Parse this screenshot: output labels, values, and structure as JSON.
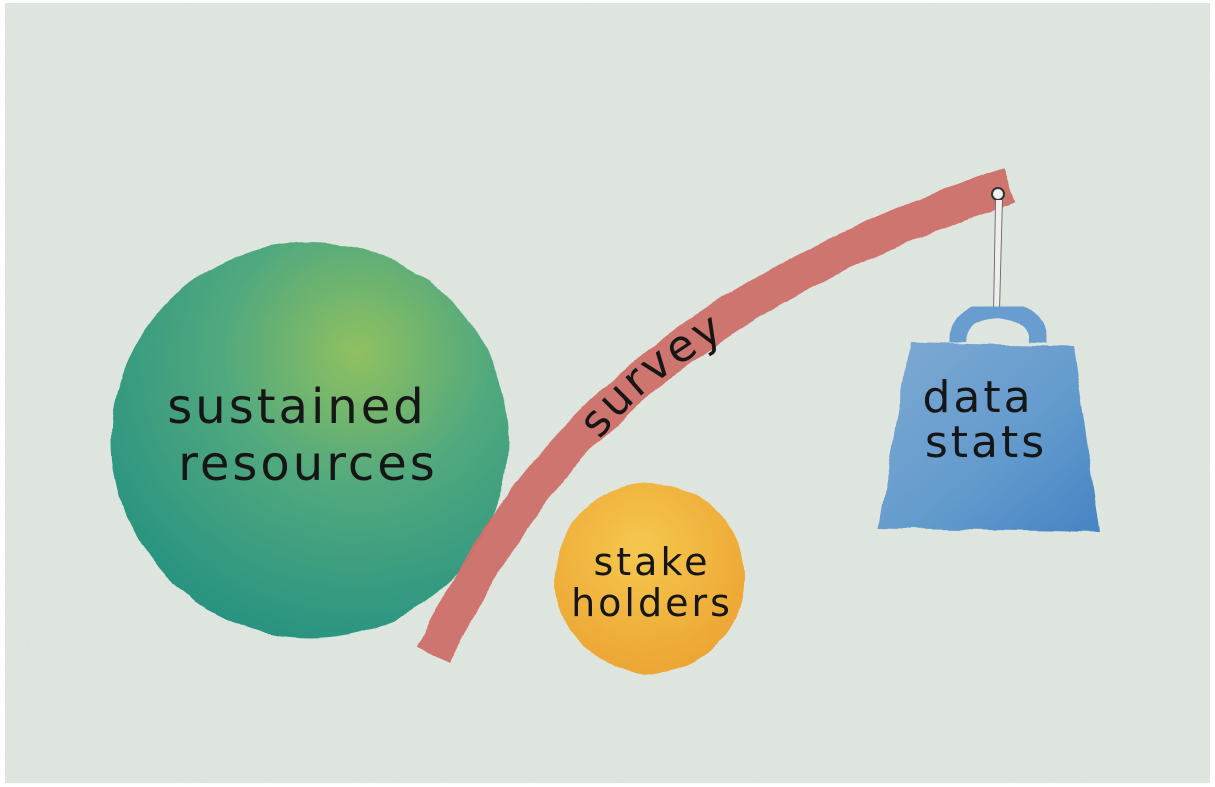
{
  "labels": {
    "green_circle_line1": "sustained",
    "green_circle_line2": "resources",
    "beam": "survey",
    "orange_circle_line1": "stake",
    "orange_circle_line2": "holders",
    "weight_line1": "data",
    "weight_line2": "stats"
  },
  "colors": {
    "paper": "#dbe3dc",
    "green": "#2f9a7f",
    "green_highlight": "#8cbf5a",
    "beam": "#cf6f6b",
    "orange": "#f0b23a",
    "weight": "#5f96c9",
    "ink": "#161616"
  }
}
